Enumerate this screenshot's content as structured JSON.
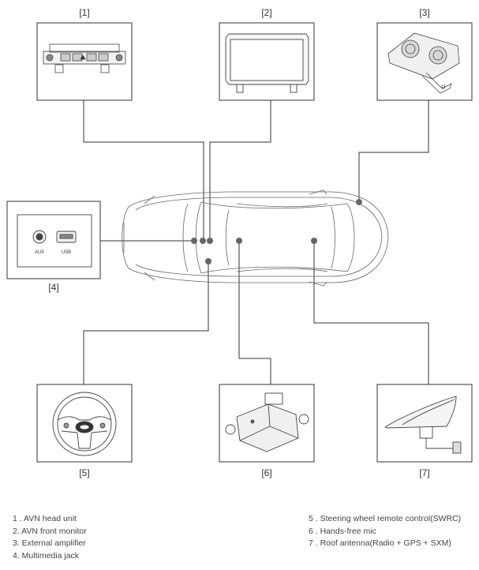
{
  "callouts": [
    "[1]",
    "[2]",
    "[3]",
    "[4]",
    "[5]",
    "[6]",
    "[7]"
  ],
  "jack_labels": {
    "aux": "AUX",
    "usb": "USB"
  },
  "monitor_screen_text": "",
  "legend_left": [
    "1 . AVN head unit",
    "2. AVN front monitor",
    "3. External amplifier",
    "4. Multimedia jack"
  ],
  "legend_right": [
    "5 . Steering wheel remote control(SWRC)",
    "6 . Hands-free mic",
    "7 . Roof antenna(Radio + GPS + SXM)"
  ],
  "colors": {
    "line": "#333333",
    "drawing": "#555555",
    "dot": "#666666"
  },
  "icons": [
    "head-unit-icon",
    "front-monitor-icon",
    "amplifier-icon",
    "multimedia-jack-icon",
    "steering-wheel-icon",
    "microphone-icon",
    "roof-antenna-icon",
    "car-outline-icon"
  ]
}
